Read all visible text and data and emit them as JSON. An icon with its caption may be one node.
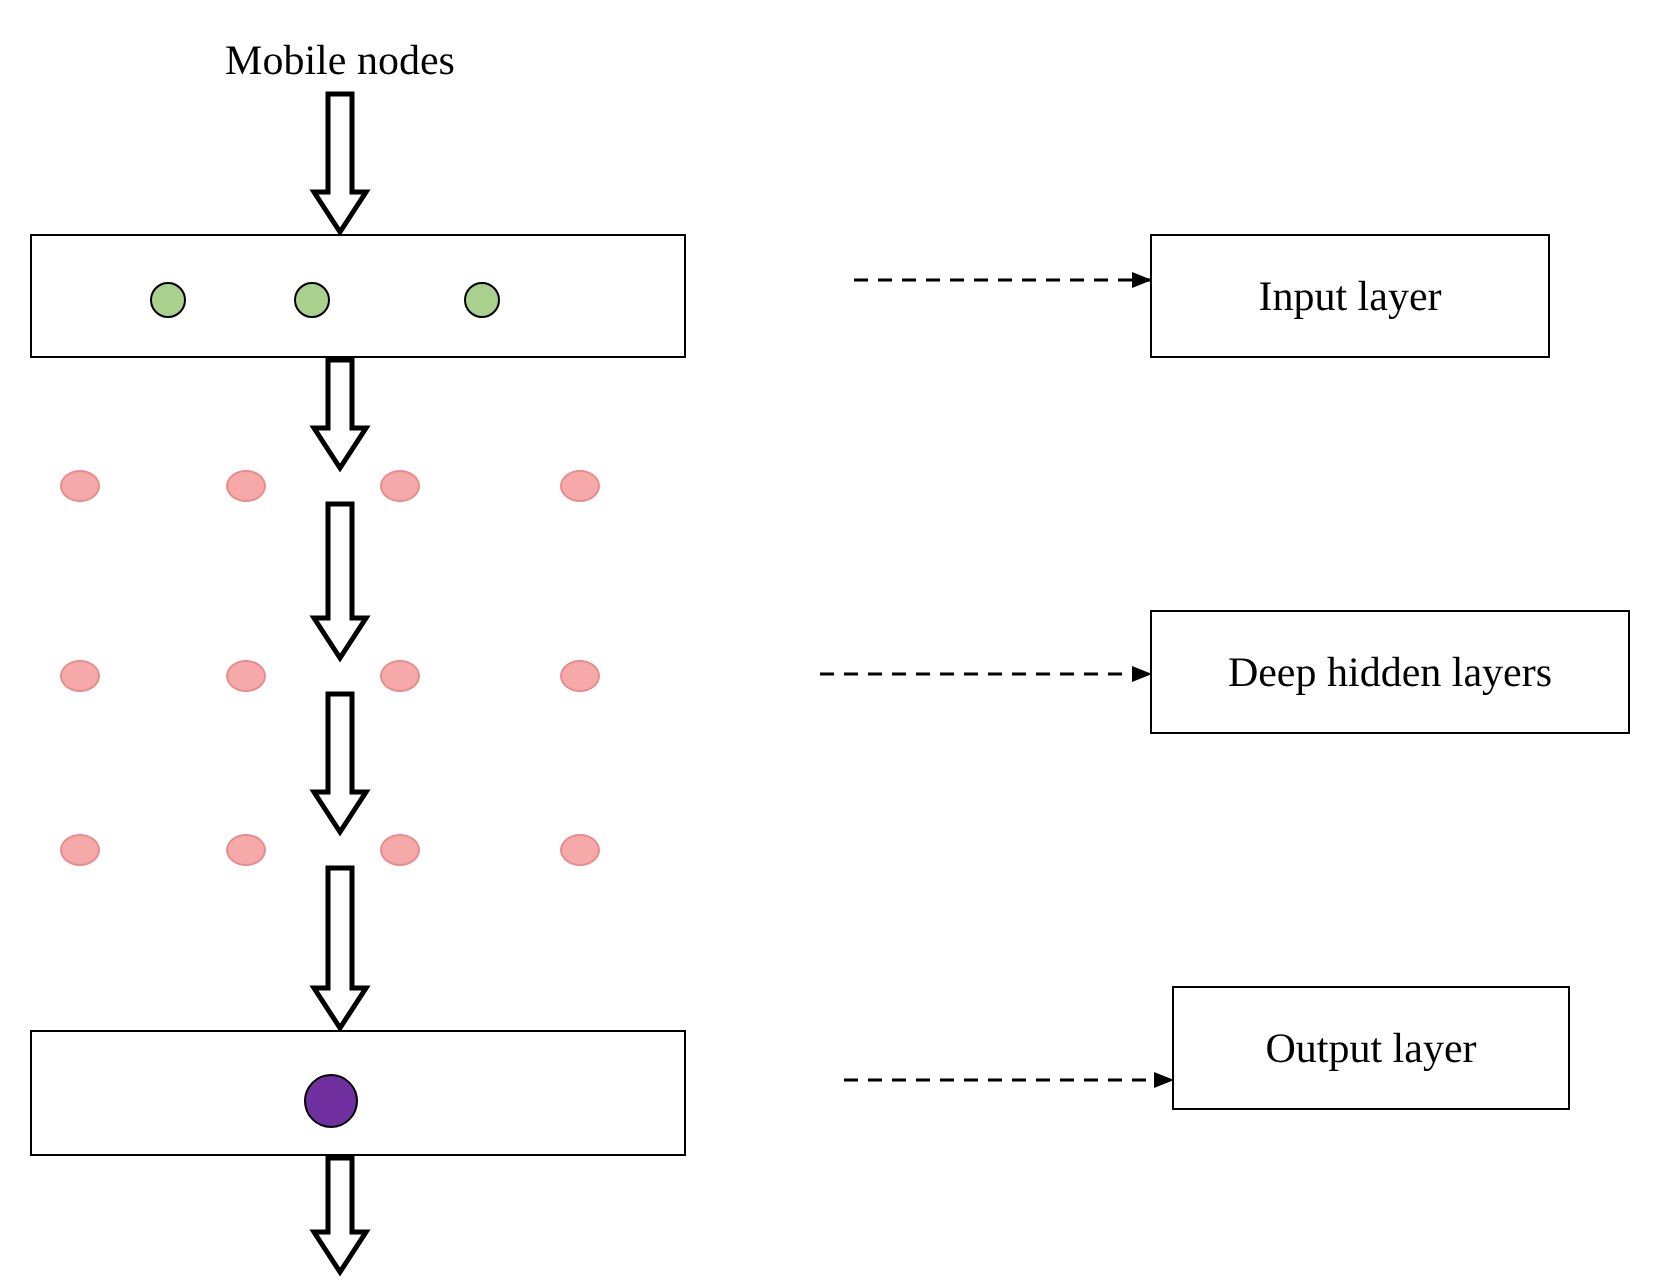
{
  "diagram": {
    "nodes": [
      {
        "text": [
          "Mobile nodes"
        ]
      },
      {
        "text": [],
        "shape": "box"
      },
      {
        "text": [],
        "shape": "circle",
        "in": 1
      },
      {
        "text": [],
        "shape": "circle",
        "in": 1
      },
      {
        "text": [],
        "shape": "circle",
        "in": 1
      },
      {
        "text": [],
        "shape": "circle"
      },
      {
        "text": [],
        "shape": "circle"
      },
      {
        "text": [],
        "shape": "circle"
      },
      {
        "text": [],
        "shape": "circle"
      },
      {
        "text": [],
        "shape": "circle"
      },
      {
        "text": [],
        "shape": "circle"
      },
      {
        "text": [],
        "shape": "circle"
      },
      {
        "text": [],
        "shape": "circle"
      },
      {
        "text": [],
        "shape": "circle"
      },
      {
        "text": [],
        "shape": "circle"
      },
      {
        "text": [],
        "shape": "circle"
      },
      {
        "text": [],
        "shape": "circle"
      },
      {
        "text": [],
        "shape": "box"
      },
      {
        "text": [],
        "shape": "circle",
        "in": 17
      },
      {
        "text": [
          "Input layer"
        ]
      },
      {
        "text": [
          "Deep hidden layers"
        ]
      },
      {
        "text": [
          "Output layer"
        ]
      }
    ],
    "edges": [
      {
        "from": 0,
        "to": 1,
        "arrow": "to"
      },
      {
        "from": 1,
        "to": 7,
        "arrow": "to"
      },
      {
        "from": 7,
        "to": 11,
        "arrow": "to"
      },
      {
        "from": 11,
        "to": 15,
        "arrow": "to"
      },
      {
        "from": 15,
        "to": 17,
        "arrow": "to"
      },
      {
        "from": 17,
        "to": null,
        "arrow": "to"
      },
      {
        "from": null,
        "to": 19,
        "arrow": "to",
        "style": "dashed"
      },
      {
        "from": null,
        "to": 20,
        "arrow": "to",
        "style": "dashed"
      },
      {
        "from": null,
        "to": 21,
        "arrow": "to",
        "style": "dashed"
      }
    ]
  }
}
